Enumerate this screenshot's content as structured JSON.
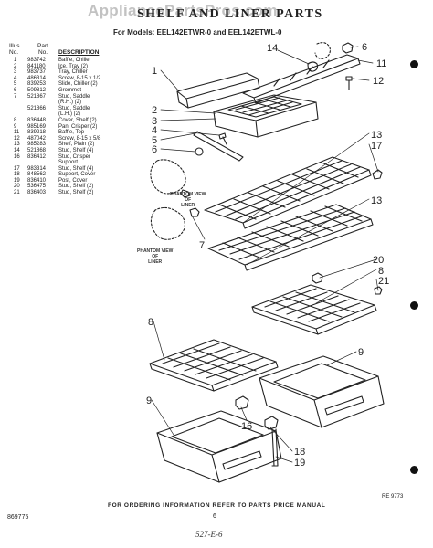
{
  "watermark": "AppliancePartsPros.com",
  "title": "SHELF AND LINER PARTS",
  "subtitle": "For Models: EEL142ETWR-0 and EEL142ETWL-0",
  "table": {
    "head": {
      "illus": "Illus.",
      "no": "No.",
      "part": "Part",
      "no2": "No.",
      "desc": "DESCRIPTION"
    },
    "rows": [
      {
        "illus": "1",
        "part": "983742",
        "desc": "Baffle, Chiller"
      },
      {
        "illus": "2",
        "part": "841180",
        "desc": "Ice, Tray (2)"
      },
      {
        "illus": "3",
        "part": "983737",
        "desc": "Tray, Chiller"
      },
      {
        "illus": "4",
        "part": "486314",
        "desc": "Screw, 8-15 x 1/2"
      },
      {
        "illus": "5",
        "part": "839253",
        "desc": "Slide, Chiller (2)"
      },
      {
        "illus": "6",
        "part": "509812",
        "desc": "Grommet"
      },
      {
        "illus": "7",
        "part": "521867",
        "desc": "Stud, Saddle"
      },
      {
        "illus": "",
        "part": "",
        "desc": "(R.H.) (2)"
      },
      {
        "illus": "",
        "part": "521866",
        "desc": "Stud, Saddle"
      },
      {
        "illus": "",
        "part": "",
        "desc": "(L.H.) (2)"
      },
      {
        "illus": "8",
        "part": "836448",
        "desc": "Cover, Shelf (2)"
      },
      {
        "illus": "9",
        "part": "985169",
        "desc": "Pan, Crisper (2)"
      },
      {
        "illus": "11",
        "part": "839218",
        "desc": "Baffle, Top"
      },
      {
        "illus": "12",
        "part": "487042",
        "desc": "Screw, 8-15 x 5/8"
      },
      {
        "illus": "13",
        "part": "985283",
        "desc": "Shelf, Plain (2)"
      },
      {
        "illus": "14",
        "part": "521868",
        "desc": "Stud, Shelf (4)"
      },
      {
        "illus": "16",
        "part": "836412",
        "desc": "Stud, Crisper"
      },
      {
        "illus": "",
        "part": "",
        "desc": "Support"
      },
      {
        "illus": "17",
        "part": "983314",
        "desc": "Stud, Shelf (4)"
      },
      {
        "illus": "18",
        "part": "848562",
        "desc": "Support, Cover"
      },
      {
        "illus": "19",
        "part": "836410",
        "desc": "Post, Cover"
      },
      {
        "illus": "20",
        "part": "536475",
        "desc": "Stud, Shelf (2)"
      },
      {
        "illus": "21",
        "part": "836403",
        "desc": "Stud, Shelf (2)"
      }
    ]
  },
  "callouts": {
    "c1": "1",
    "c2": "2",
    "c3": "3",
    "c4": "4",
    "c5": "5",
    "c6": "6",
    "c14": "14",
    "c6r": "6",
    "c11": "11",
    "c12": "12",
    "c13a": "13",
    "c17": "17",
    "c13b": "13",
    "c7": "7",
    "c20": "20",
    "c8r": "8",
    "c21": "21",
    "c8l": "8",
    "c9r": "9",
    "c9l": "9",
    "c16": "16",
    "c18": "18",
    "c19": "19"
  },
  "phantom_top": {
    "line1": "PHANTOM VIEW",
    "line2": "OF",
    "line3": "LINER"
  },
  "phantom_bottom": {
    "line1": "PHANTOM VIEW",
    "line2": "OF",
    "line3": "LINER"
  },
  "footer": {
    "note": "FOR ORDERING INFORMATION REFER TO PARTS PRICE MANUAL",
    "page": "6",
    "doc": "869775",
    "ref": "RE 9773",
    "handwritten": "527-E-6"
  }
}
